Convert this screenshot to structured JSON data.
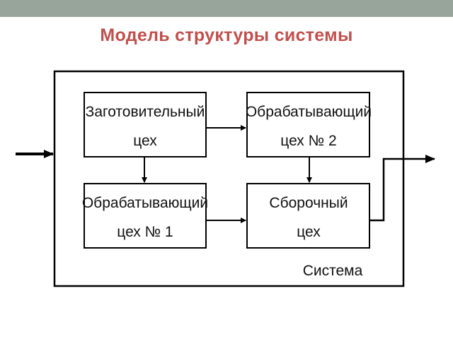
{
  "page": {
    "title": "Модель структуры системы",
    "title_color": "#C0504D",
    "top_bar_color": "#98A59A"
  },
  "diagram": {
    "system_label": "Система",
    "blocks": {
      "procurement": [
        "Заготовительный",
        "цех"
      ],
      "processing_2": [
        "Обрабатывающий",
        "цех № 2"
      ],
      "processing_1": [
        "Обрабатывающий",
        "цех № 1"
      ],
      "assembly": [
        "Сборочный",
        "цех"
      ]
    }
  }
}
